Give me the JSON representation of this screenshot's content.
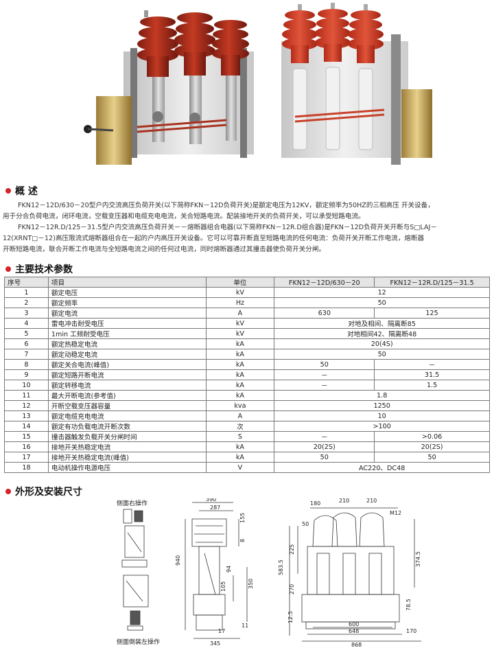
{
  "overview": {
    "title": "概  述",
    "lines": [
      "FKN12－12D/630－20型户内交流高压负荷开关(以下简称FKN－12D负荷开关)是额定电压为12KV，额定频率为50HZ的三相高压 开关设备，",
      "用于分合负荷电流，闭环电流，空载变压器和电缆充电电流，关合短路电流。配装接地开关的负荷开关，可以承受短路电流。",
      "FKN12－12R.D/125－31.5型户内交流高压负荷开关－－熔断器组合电器(以下简称FKN－12R.D组合器)是FKN－12D负荷开关开断与S□LAJ－",
      "12(XRNT□－12)高压限流式熔断器组合在一起的户内高压开关设备。它可以可靠开断直至短路电流的任何电流：负荷开关开断工作电流，熔断器",
      "开断短路电流，联合开断工作电流与全短路电流之间的任何过电流，同时熔断器通过其撞击器使负荷开关分闸。"
    ]
  },
  "specs": {
    "title": "主要技术参数",
    "headers": [
      "序号",
      "项目",
      "单位",
      "FKN12－12D/630－20",
      "FKN12－12R.D/125－31.5"
    ],
    "rows": [
      {
        "no": "1",
        "item": "额定电压",
        "unit": "kV",
        "a": "12",
        "b": null
      },
      {
        "no": "2",
        "item": "额定频率",
        "unit": "Hz",
        "a": "50",
        "b": null
      },
      {
        "no": "3",
        "item": "额定电流",
        "unit": "A",
        "a": "630",
        "b": "125"
      },
      {
        "no": "4",
        "item": "雷电冲击耐受电压",
        "unit": "kV",
        "a": "对地及相间、隔离断85",
        "b": null
      },
      {
        "no": "5",
        "item": "1min 工频耐受电压",
        "unit": "kV",
        "a": "对地相间42、隔离断48",
        "b": null
      },
      {
        "no": "6",
        "item": "额定热稳定电流",
        "unit": "kA",
        "a": "20(4S)",
        "b": null
      },
      {
        "no": "7",
        "item": "额定动稳定电流",
        "unit": "kA",
        "a": "50",
        "b": null
      },
      {
        "no": "8",
        "item": "额定关合电流(峰值)",
        "unit": "kA",
        "a": "50",
        "b": "－"
      },
      {
        "no": "9",
        "item": "额定短路开断电流",
        "unit": "kA",
        "a": "－",
        "b": "31.5"
      },
      {
        "no": "10",
        "item": "额定转移电流",
        "unit": "kA",
        "a": "－",
        "b": "1.5"
      },
      {
        "no": "11",
        "item": "最大开断电流(参考值)",
        "unit": "kA",
        "a": "1.8",
        "b": null
      },
      {
        "no": "12",
        "item": "开断空载变压器容量",
        "unit": "kva",
        "a": "1250",
        "b": null
      },
      {
        "no": "13",
        "item": "额定电缆充电电流",
        "unit": "A",
        "a": "10",
        "b": null
      },
      {
        "no": "14",
        "item": "额定有功负载电流开断次数",
        "unit": "次",
        "a": ">100",
        "b": null
      },
      {
        "no": "15",
        "item": "撞击器触发负载开关分闸时间",
        "unit": "S",
        "a": "－",
        "b": ">0.06"
      },
      {
        "no": "16",
        "item": "接地开关热稳定电流",
        "unit": "kA",
        "a": "20(2S)",
        "b": "20(2S)"
      },
      {
        "no": "17",
        "item": "接地开关热稳定电流(峰值)",
        "unit": "kA",
        "a": "50",
        "b": "50"
      },
      {
        "no": "18",
        "item": "电动机操作电源电压",
        "unit": "V",
        "a": "AC220、DC48",
        "b": null
      }
    ]
  },
  "dimensions": {
    "title": "外形及安装尺寸",
    "caption_right": "侧面右操作",
    "caption_left": "侧面倒装左操作",
    "side": {
      "d390": "390",
      "d287": "287",
      "d155": "155",
      "d8": "8",
      "d940": "940",
      "d94": "94",
      "d105": "105",
      "d350": "350",
      "d11": "11",
      "d17": "17",
      "d345": "345"
    },
    "front": {
      "d180": "180",
      "d210a": "210",
      "d210b": "210",
      "m12": "M12",
      "d50": "50",
      "d225": "225",
      "d5835": "583.5",
      "d270": "270",
      "d3745": "374.5",
      "d785": "78.5",
      "d125": "12.5",
      "d600": "600",
      "d648": "648",
      "d170": "170",
      "d868": "868"
    }
  },
  "colors": {
    "accent": "#d4232b",
    "insulator": "#b5301e",
    "insulator_light": "#d2452e"
  }
}
